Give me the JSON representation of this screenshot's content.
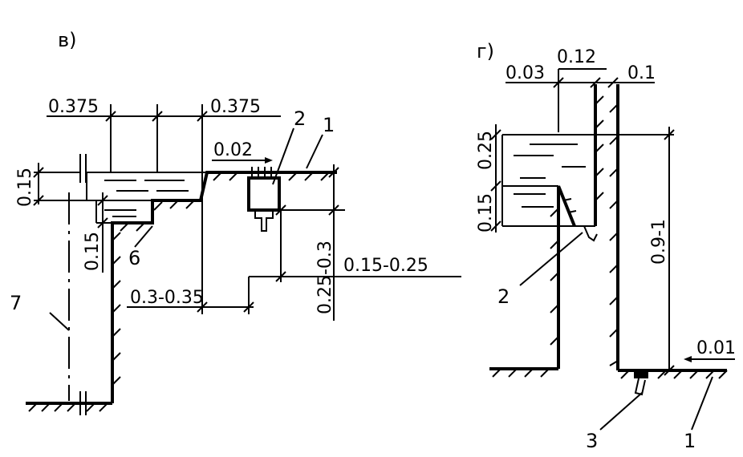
{
  "left": {
    "label": "в)",
    "dims": {
      "top_left": "0.375",
      "top_right": "0.375",
      "slope": "0.02",
      "h_water": "0.15",
      "h_step": "0.15",
      "span": "0.3-0.35",
      "depth": "0.25-0.3",
      "side": "0.15-0.25"
    },
    "callouts": [
      "1",
      "2",
      "6",
      "7"
    ]
  },
  "right": {
    "label": "г)",
    "dims": {
      "w1": "0.03",
      "w2": "0.12",
      "w3": "0.1",
      "h1": "0.25",
      "h2": "0.15",
      "h_total": "0.9-1",
      "slope": "0.01"
    },
    "callouts": [
      "1",
      "2",
      "3"
    ]
  }
}
